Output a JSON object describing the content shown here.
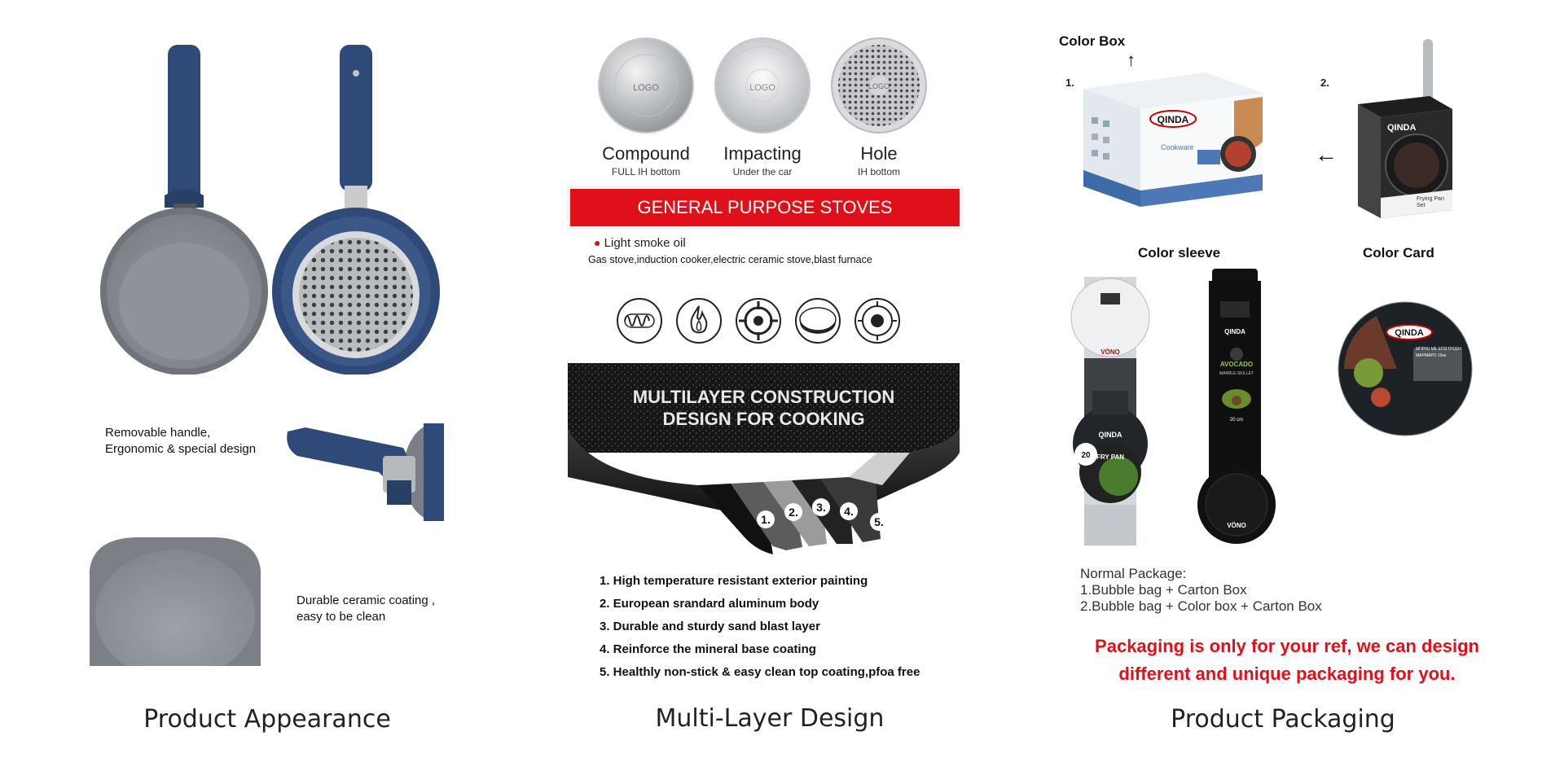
{
  "columns": {
    "appearance": {
      "caption": "Product Appearance",
      "note_handle_line1": "Removable handle,",
      "note_handle_line2": "Ergonomic & special design",
      "note_coating_line1": "Durable ceramic coating ,",
      "note_coating_line2": "easy to be clean"
    },
    "design": {
      "caption": "Multi-Layer Design",
      "discs": [
        {
          "title": "Compound",
          "subtitle": "FULL IH bottom",
          "logo": "LOGO"
        },
        {
          "title": "Impacting",
          "subtitle": "Under the car",
          "logo": "LOGO"
        },
        {
          "title": "Hole",
          "subtitle": "IH bottom",
          "logo": "LOGO"
        }
      ],
      "banner": "GENERAL PURPOSE STOVES",
      "oil_note": "Light smoke oil",
      "stove_list": "Gas stove,induction cooker,electric ceramic stove,blast furnace",
      "stove_icons": [
        "induction-icon",
        "gas-flame-icon",
        "gas-burner-icon",
        "ceramic-hob-icon",
        "electric-plate-icon"
      ],
      "construction_title_line1": "MULTILAYER CONSTRUCTION",
      "construction_title_line2": "DESIGN FOR COOKING",
      "layer_numbers": [
        "1.",
        "2.",
        "3.",
        "4.",
        "5."
      ],
      "features": [
        "1. High temperature resistant exterior painting",
        "2. European srandard aluminum body",
        "3. Durable and sturdy sand blast layer",
        "4. Reinforce the mineral base coating",
        "5. Healthly non-stick & easy clean top coating,pfoa free"
      ]
    },
    "packaging": {
      "caption": "Product Packaging",
      "color_box_label": "Color Box",
      "color_sleeve_label": "Color sleeve",
      "color_card_label": "Color Card",
      "num1": "1.",
      "num2": "2.",
      "brand": "QINDA",
      "sleeve_left_text": "FRY PAN",
      "sleeve_left_size": "20",
      "sleeve_right_text": "AVOCADO",
      "sleeve_right_sub": "MARBLE SKILLET",
      "sleeve_right_size": "20 cm",
      "box_panel_text": "Cookware",
      "sleeve_back_brand": "VÖNO",
      "box2_caption_1": "Frying Pan",
      "box2_caption_2": "Set",
      "card_greek": "ΜΠΡΙΚΙ ΜΕ ΕΠΙΣΤΡΩΣΗ",
      "card_greek2": "ΜΑΡΜΑΡΟ 10εκ",
      "normal_title": "Normal Package:",
      "normal_1": "1.Bubble bag + Carton Box",
      "normal_2": "2.Bubble bag + Color box + Carton Box",
      "red_line1": "Packaging is only for your ref, we can design",
      "red_line2": "different and unique packaging for you."
    }
  },
  "colors": {
    "handle_blue": "#2f4a78",
    "pan_grey": "#8a8f96",
    "banner_red": "#e0101a",
    "note_red": "#e3101a"
  }
}
